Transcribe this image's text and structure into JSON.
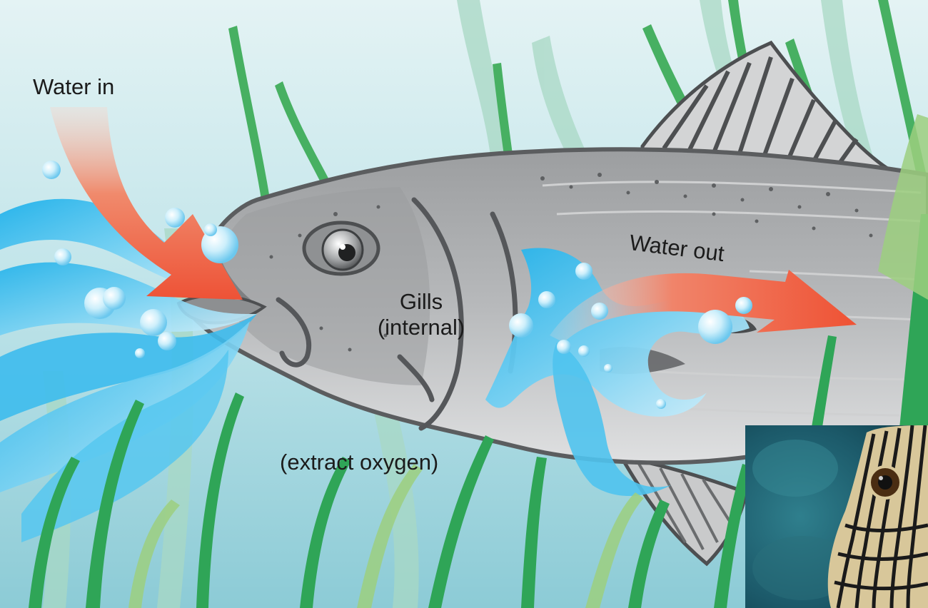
{
  "labels": {
    "water_in": "Water in",
    "water_out": "Water out",
    "gills": "Gills",
    "gills_sub": "(internal)",
    "extract": "(extract oxygen)"
  },
  "colors": {
    "water_background": "#b9dfe6",
    "fish_body": "#a9abad",
    "fish_outline": "#5b5d5f",
    "flow_arrow": "#ef5a3c",
    "water_stream": "#4fc3ee",
    "seagrass": "#4caf64"
  },
  "icons": {
    "eye": "fish-eye-icon",
    "arrow_in": "water-in-arrow",
    "arrow_out": "water-out-arrow"
  }
}
